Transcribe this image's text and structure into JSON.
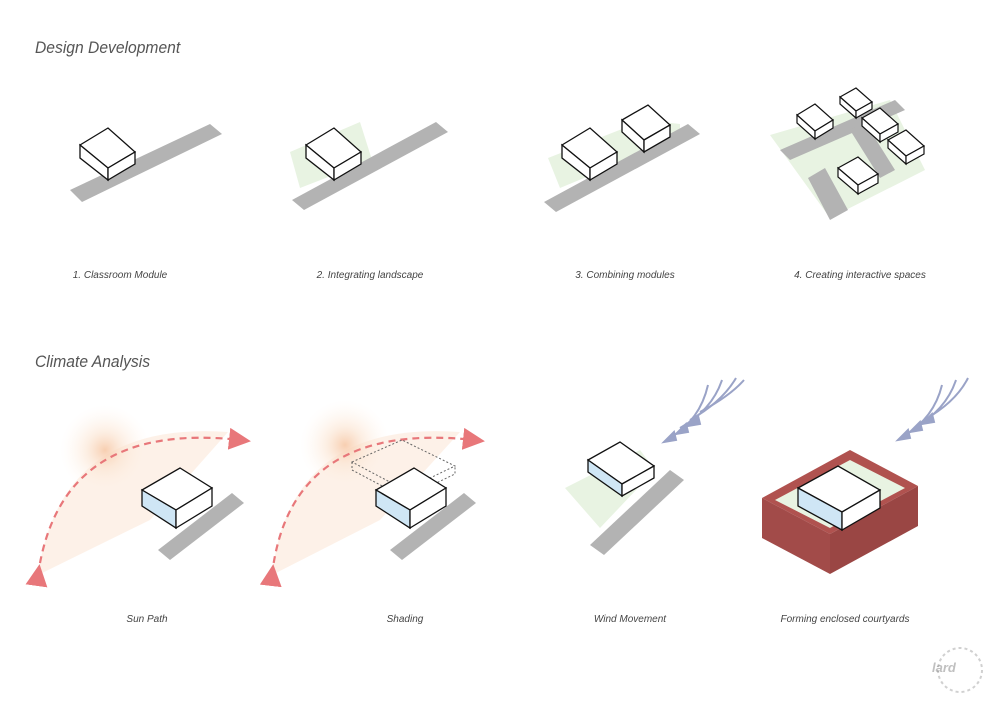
{
  "sections": {
    "design": {
      "title": "Design Development"
    },
    "climate": {
      "title": "Climate Analysis"
    }
  },
  "captions": {
    "p1": "1. Classroom Module",
    "p2": "2. Integrating landscape",
    "p3": "3. Combining modules",
    "p4": "4. Creating interactive spaces",
    "p5": "Sun Path",
    "p6": "Shading",
    "p7": "Wind Movement",
    "p8": "Forming enclosed courtyards"
  },
  "watermark": {
    "text": "lard"
  },
  "colors": {
    "road": "#b3b3b3",
    "landscape": "#e8f3e2",
    "building_stroke": "#111111",
    "glass": "#cfe6f5",
    "sun_arc": "#e8777a",
    "sun_glow": "#fbe3cf",
    "wind": "#9aa3c7",
    "courtyard_wall": "#b0524f"
  }
}
